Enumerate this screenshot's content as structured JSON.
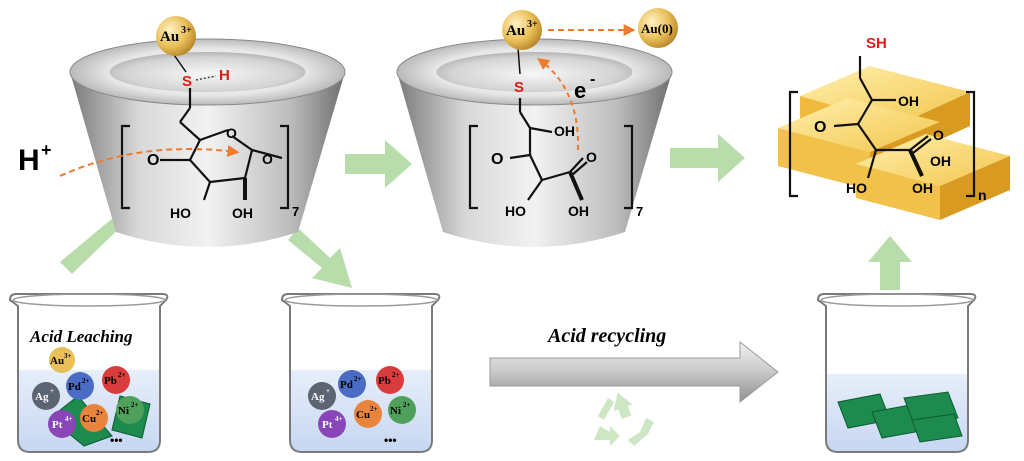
{
  "labels": {
    "au3_top_1": "Au",
    "au3_top_1_sup": "3+",
    "au3_top_2": "Au",
    "au3_top_2_sup": "3+",
    "au0": "Au(0)",
    "s1": "S",
    "h1": "H",
    "s2": "S",
    "electron": "e",
    "electron_sup": "-",
    "proton": "H",
    "proton_sup": "+",
    "sub7_a": "7",
    "sub7_b": "7",
    "sh": "SH",
    "subn": "n",
    "acid_leaching": "Acid Leaching",
    "acid_recycling": "Acid recycling",
    "ellipsis": "•••",
    "oh": "OH",
    "ho": "HO",
    "o": "O"
  },
  "ions": {
    "au": "Au",
    "au_sup": "3+",
    "pd": "Pd",
    "pd_sup": "2+",
    "pb": "Pb",
    "pb_sup": "2+",
    "ag": "Ag",
    "ag_sup": "+",
    "ni": "Ni",
    "ni_sup": "2+",
    "cu": "Cu",
    "cu_sup": "2+",
    "pt": "Pt",
    "pt_sup": "4+"
  },
  "colors": {
    "arrow_green": "#b9dcab",
    "dash_orange": "#ee7b2c",
    "sulfur_red": "#e01b1b",
    "gold": "#f2c14a",
    "au_ball": "#e9bf58",
    "pd_ball": "#4b6cc4",
    "pb_ball": "#d83c3c",
    "ag_ball": "#5b6470",
    "ni_ball": "#4ea05a",
    "cu_ball": "#e8843c",
    "pt_ball": "#8a46b8",
    "liquid": "#c9daf4",
    "pcb": "#1d8a4e"
  }
}
